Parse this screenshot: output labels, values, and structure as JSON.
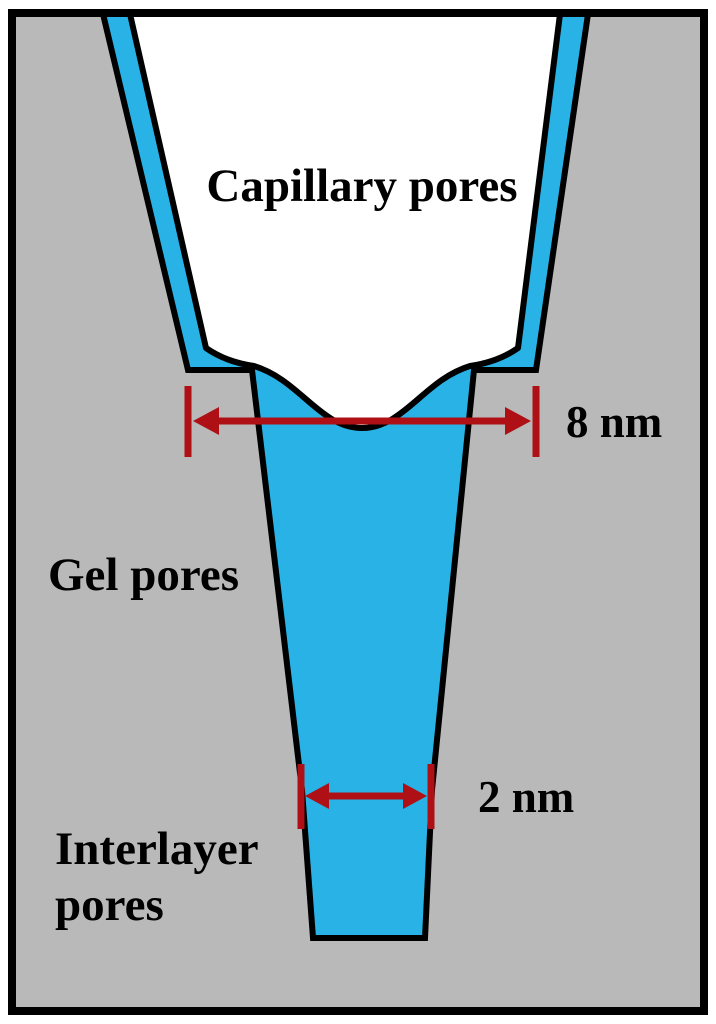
{
  "colors": {
    "matrix_gray": "#b9b9b9",
    "pore_blue": "#29b2e6",
    "arrow_red": "#ae1015",
    "outline": "#000000",
    "void_white": "#ffffff"
  },
  "diagram": {
    "regions": {
      "capillary_pores_label": "Capillary pores",
      "gel_pores_label": "Gel pores",
      "interlayer_pores_label_line1": "Interlayer",
      "interlayer_pores_label_line2": "pores"
    },
    "dimensions": {
      "gel_pore_width": "8 nm",
      "interlayer_pore_width": "2 nm"
    }
  }
}
